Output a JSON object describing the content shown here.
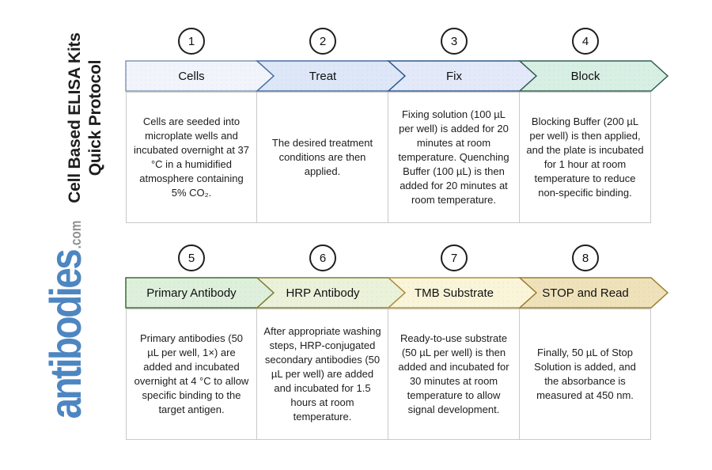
{
  "sidebar": {
    "title_line1": "Cell Based ELISA Kits",
    "title_line2": "Quick Protocol",
    "logo_word": "antibodies",
    "logo_suffix": ".com",
    "logo_color": "#4d86c1",
    "logo_suffix_color": "#8f9193"
  },
  "steps": [
    {
      "number": "1",
      "title": "Cells",
      "arrow_fill": "#f1f5fb",
      "arrow_border": "#8498b8",
      "description": "Cells are seeded into microplate wells and incubated overnight at 37 °C in a humidified atmosphere containing 5% CO₂."
    },
    {
      "number": "2",
      "title": "Treat",
      "arrow_fill": "#dde7f8",
      "arrow_border": "#4a6da3",
      "description": "The desired treatment conditions are then applied."
    },
    {
      "number": "3",
      "title": "Fix",
      "arrow_fill": "#e3e9f9",
      "arrow_border": "#2f5b8d",
      "description": "Fixing solution (100 µL per well) is added for 20 minutes at room temperature. Quenching Buffer (100 µL) is then added for 20 minutes at room temperature."
    },
    {
      "number": "4",
      "title": "Block",
      "arrow_fill": "#d8efe4",
      "arrow_border": "#306052",
      "description": "Blocking Buffer (200 µL per well) is then applied, and the plate is incubated for 1 hour at room temperature to reduce non-specific binding."
    },
    {
      "number": "5",
      "title": "Primary Antibody",
      "arrow_fill": "#def0dc",
      "arrow_border": "#3d6c39",
      "description": "Primary antibodies (50 µL per well, 1×) are added and incubated overnight at 4 °C to allow specific binding to the target antigen."
    },
    {
      "number": "6",
      "title": "HRP Antibody",
      "arrow_fill": "#ebf2da",
      "arrow_border": "#837d37",
      "description": "After appropriate washing steps, HRP-conjugated secondary antibodies (50 µL per well) are added and incubated for 1.5 hours at room temperature."
    },
    {
      "number": "7",
      "title": "TMB Substrate",
      "arrow_fill": "#faf5d9",
      "arrow_border": "#ae8d3e",
      "description": "Ready-to-use substrate (50 µL per well) is then added and incubated for 30 minutes at room temperature to allow signal development."
    },
    {
      "number": "8",
      "title": "STOP and Read",
      "arrow_fill": "#efe2ba",
      "arrow_border": "#9c7d31",
      "description": "Finally, 50 µL of Stop Solution is added, and the absorbance is measured at 450 nm."
    }
  ]
}
